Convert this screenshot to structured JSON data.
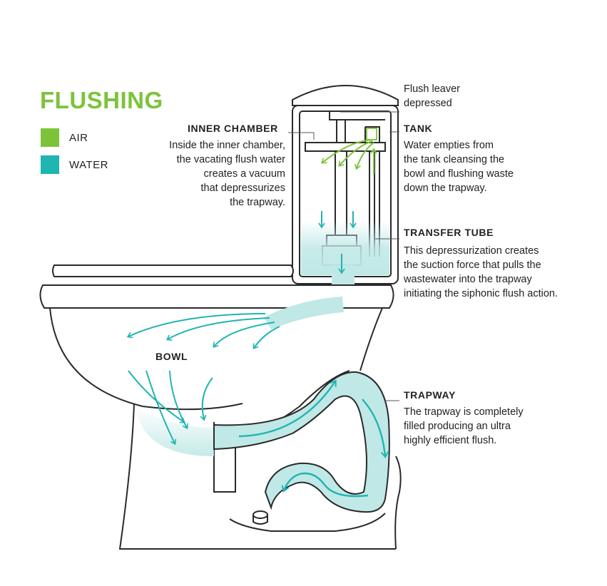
{
  "title": "FLUSHING",
  "legend": [
    {
      "label": "AIR",
      "color": "#7cc33a"
    },
    {
      "label": "WATER",
      "color": "#1fb5b0"
    }
  ],
  "labels": {
    "flush_lever": "Flush leaver\ndepressed",
    "inner_chamber": {
      "heading": "INNER CHAMBER",
      "text": "Inside the inner chamber,\nthe vacating flush water\ncreates a vacuum\nthat depressurizes\nthe trapway."
    },
    "tank": {
      "heading": "TANK",
      "text": "Water empties from\nthe tank cleansing the\nbowl and flushing waste\ndown the trapway."
    },
    "transfer_tube": {
      "heading": "TRANSFER TUBE",
      "text": "This depressurization creates\nthe suction force that pulls the\nwastewater into the trapway\ninitiating the siphonic flush action."
    },
    "bowl": "BOWL",
    "trapway": {
      "heading": "TRAPWAY",
      "text": "The trapway is completely\nfilled producing an ultra\nhighly efficient flush."
    }
  },
  "colors": {
    "outline": "#2a2a2a",
    "water": "#1fb5b0",
    "water_fill": "#bfe8e6",
    "air": "#7cc33a",
    "leader": "#555555"
  }
}
